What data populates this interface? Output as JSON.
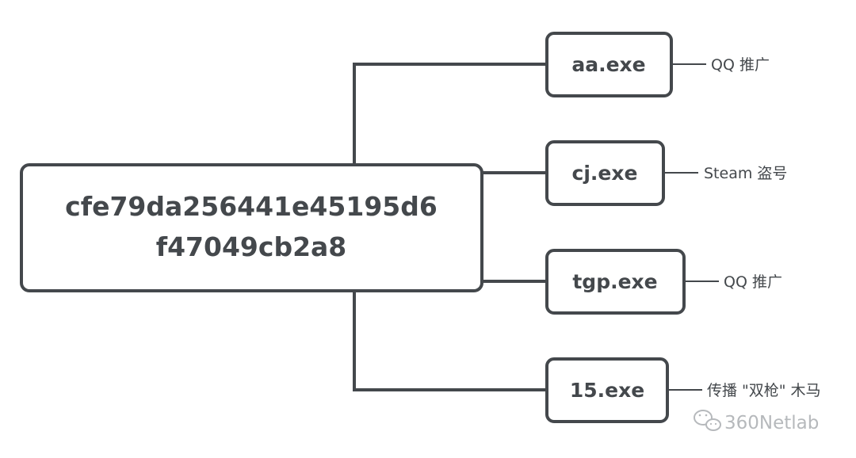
{
  "diagram": {
    "root": {
      "lines": [
        "cfe79da256441e45195d6",
        "f47049cb2a8"
      ]
    },
    "children": [
      {
        "name": "aa.exe",
        "label": "QQ 推广"
      },
      {
        "name": "cj.exe",
        "label": "Steam 盗号"
      },
      {
        "name": "tgp.exe",
        "label": "QQ 推广"
      },
      {
        "name": "15.exe",
        "label": "传播 \"双枪\" 木马"
      }
    ]
  },
  "watermark": {
    "text": "360Netlab",
    "icon": "wechat-icon"
  },
  "colors": {
    "stroke": "#44484c",
    "text": "#44484c",
    "watermark": "#b6b9bc",
    "background": "#ffffff"
  }
}
